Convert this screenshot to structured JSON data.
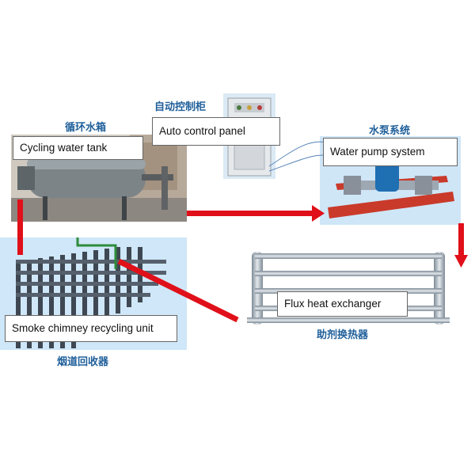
{
  "components": {
    "cycling_water_tank": {
      "cn": "循环水箱",
      "en": "Cycling water tank"
    },
    "auto_control_panel": {
      "cn": "自动控制柜",
      "en": "Auto control panel"
    },
    "water_pump_system": {
      "cn": "水泵系统",
      "en": "Water pump system"
    },
    "smoke_chimney_recycling_unit": {
      "cn": "烟道回收器",
      "en": "Smoke chimney recycling unit"
    },
    "flux_heat_exchanger": {
      "cn": "助剂换热器",
      "en": "Flux heat exchanger"
    }
  },
  "colors": {
    "flow_arrow": "#e0101a",
    "title_text": "#1f5f9a",
    "photo_bg_blue": "#cfe6f7"
  },
  "icons": [
    "water-tank-illustration",
    "control-cabinet-illustration",
    "pump-illustration",
    "chimney-tubes-illustration",
    "heat-exchanger-illustration"
  ]
}
